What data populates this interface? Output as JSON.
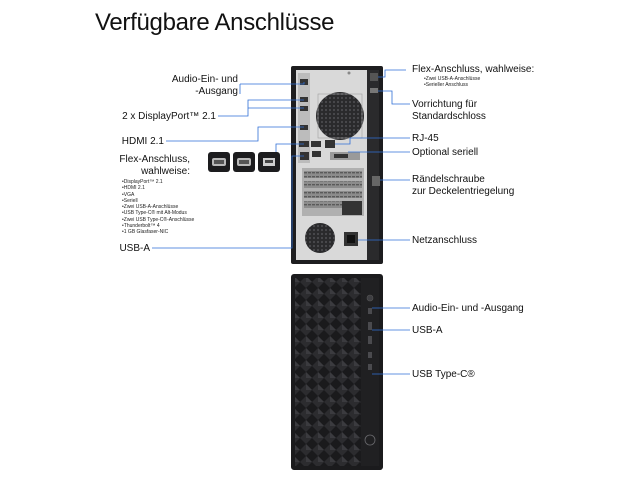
{
  "title": "Verfügbare Anschlüsse",
  "left_labels": {
    "audio": "Audio-Ein- und\n-Ausgang",
    "displayport": "2 x DisplayPort™ 2.1",
    "hdmi": "HDMI 2.1",
    "flex": "Flex-Anschluss,\nwahlweise:",
    "usba": "USB-A"
  },
  "flex_options_left": [
    "DisplayPort™ 2.1",
    "HDMI 2.1",
    "VGA",
    "Seriell",
    "Zwei USB-A-Anschlüsse",
    "USB Type-C® mit Alt-Modus",
    "Zwei USB Type-C®-Anschlüsse",
    "Thunderbolt™ 4",
    "1 GB Glasfaser-NIC"
  ],
  "right_labels": {
    "flex": "Flex-Anschluss, wahlweise:",
    "lock": "Vorrichtung für\nStandardschloss",
    "rj45": "RJ-45",
    "serial": "Optional seriell",
    "screw": "Rändelschraube\nzur Deckelentriegelung",
    "power": "Netzanschluss"
  },
  "flex_options_right": [
    "Zwei USB-A-Anschlüsse",
    "Serieller Anschluss"
  ],
  "front_labels": {
    "audio": "Audio-Ein- und -Ausgang",
    "usba": "USB-A",
    "usbc": "USB Type-C®"
  },
  "colors": {
    "accent": "#2f6fd6",
    "chassis": "#1f1f21",
    "chassis_light": "#3a3a3d"
  }
}
